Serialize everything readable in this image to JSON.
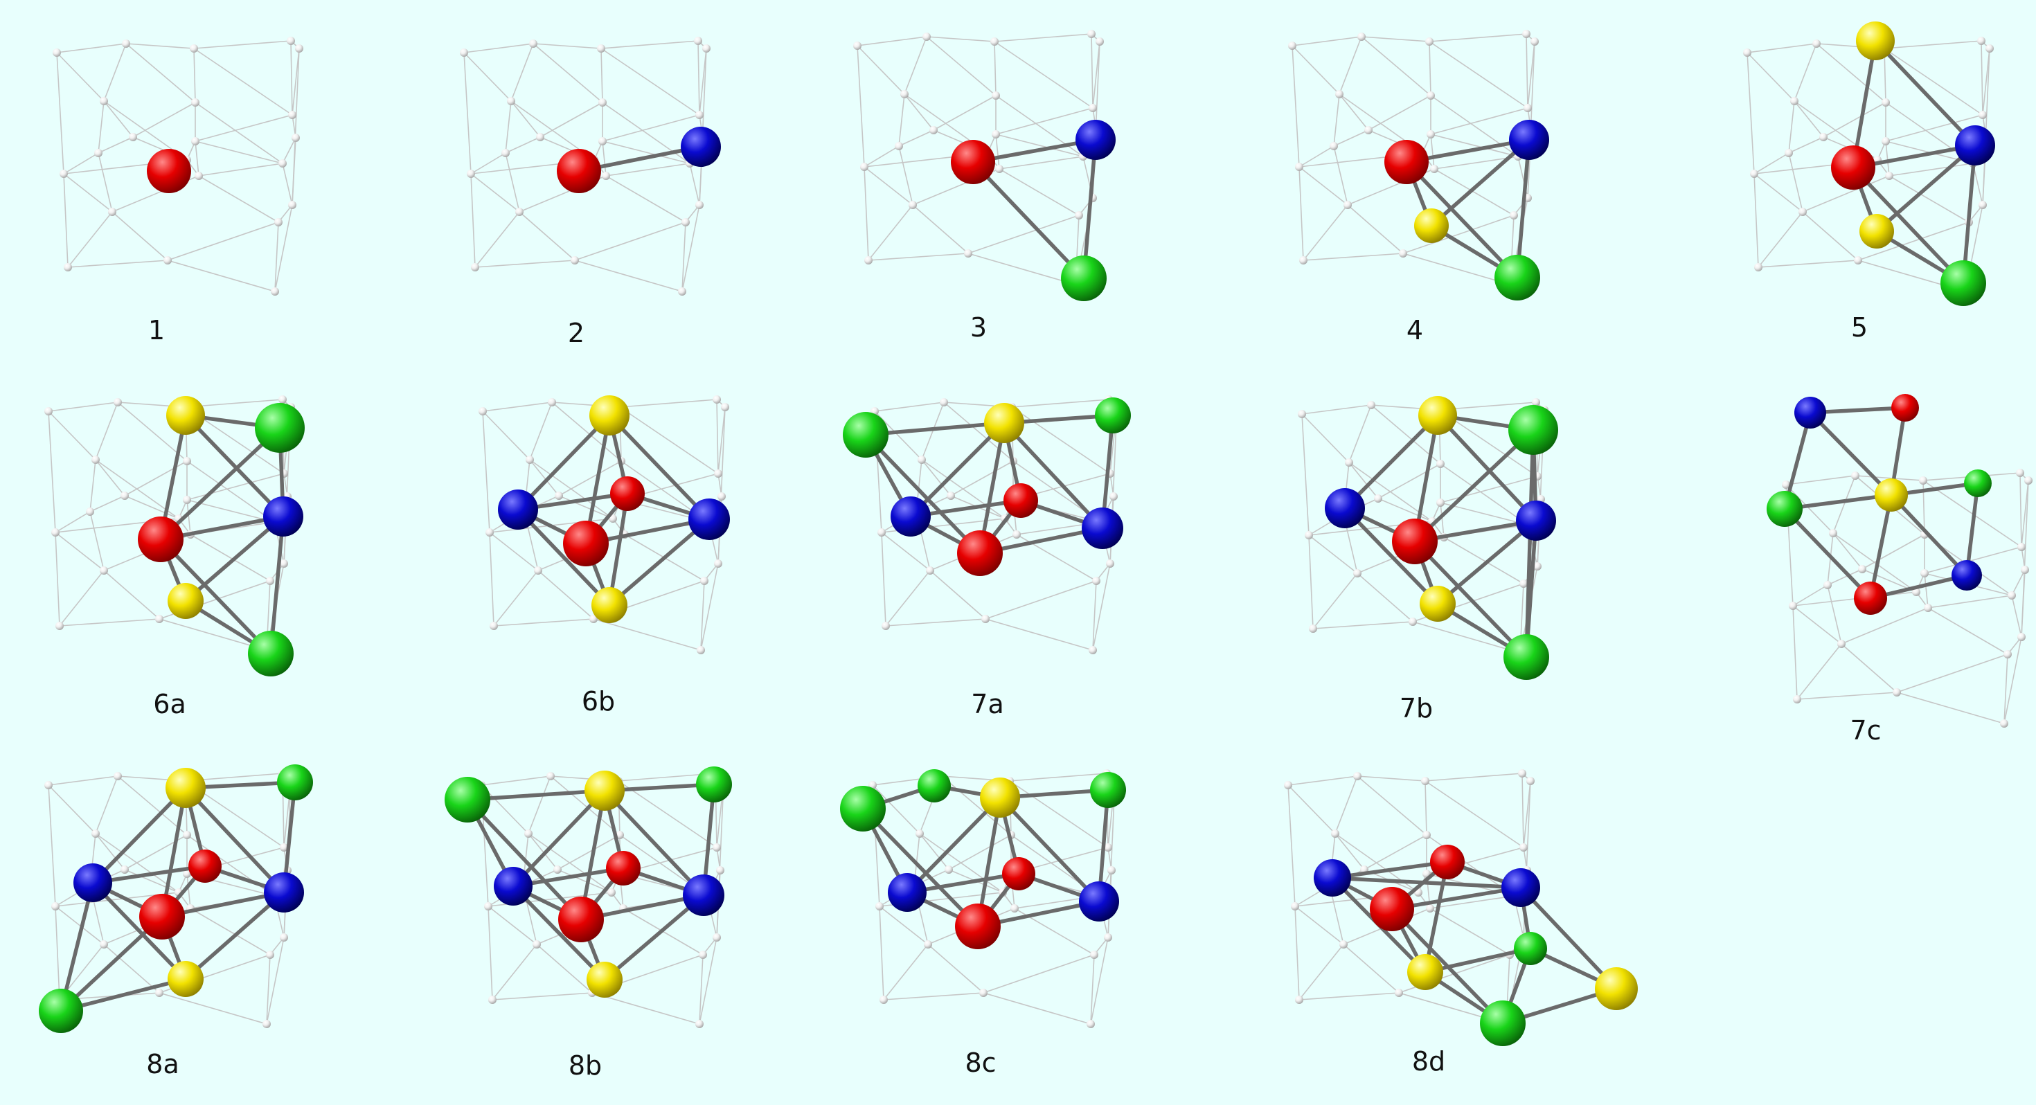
{
  "colors": {
    "background": "#e8fffd",
    "red": "#e60000",
    "blue": "#0a0ad0",
    "green": "#19d419",
    "yellow": "#f2e200",
    "lattice_node": "#f0f0f0",
    "lattice_line": "#c6c6c6",
    "bond": "#6a6a6a"
  },
  "panels": [
    {
      "label": "1",
      "atoms": [
        "red"
      ]
    },
    {
      "label": "2",
      "atoms": [
        "red",
        "blue"
      ]
    },
    {
      "label": "3",
      "atoms": [
        "red",
        "blue",
        "green"
      ]
    },
    {
      "label": "4",
      "atoms": [
        "red",
        "blue",
        "yellow",
        "green"
      ]
    },
    {
      "label": "5",
      "atoms": [
        "yellow",
        "red",
        "blue",
        "yellow",
        "green"
      ]
    },
    {
      "label": "6a",
      "atoms": [
        "yellow",
        "green",
        "red",
        "blue",
        "yellow",
        "green"
      ]
    },
    {
      "label": "6b",
      "atoms": [
        "yellow",
        "blue",
        "red",
        "red",
        "blue",
        "yellow"
      ]
    },
    {
      "label": "7a",
      "atoms": [
        "green",
        "yellow",
        "green",
        "blue",
        "red",
        "red",
        "blue"
      ]
    },
    {
      "label": "7b",
      "atoms": [
        "yellow",
        "green",
        "blue",
        "red",
        "blue",
        "yellow",
        "green"
      ]
    },
    {
      "label": "7c",
      "atoms": [
        "blue",
        "red",
        "green",
        "yellow",
        "green",
        "blue",
        "red"
      ]
    },
    {
      "label": "8a",
      "atoms": [
        "yellow",
        "green",
        "blue",
        "red",
        "red",
        "blue",
        "yellow",
        "green"
      ]
    },
    {
      "label": "8b",
      "atoms": [
        "green",
        "yellow",
        "green",
        "blue",
        "red",
        "red",
        "blue",
        "yellow"
      ]
    },
    {
      "label": "8c",
      "atoms": [
        "green",
        "green",
        "yellow",
        "green",
        "blue",
        "red",
        "red",
        "blue"
      ]
    },
    {
      "label": "8d",
      "atoms": [
        "blue",
        "red",
        "red",
        "blue",
        "green",
        "yellow",
        "green",
        "yellow"
      ]
    }
  ]
}
